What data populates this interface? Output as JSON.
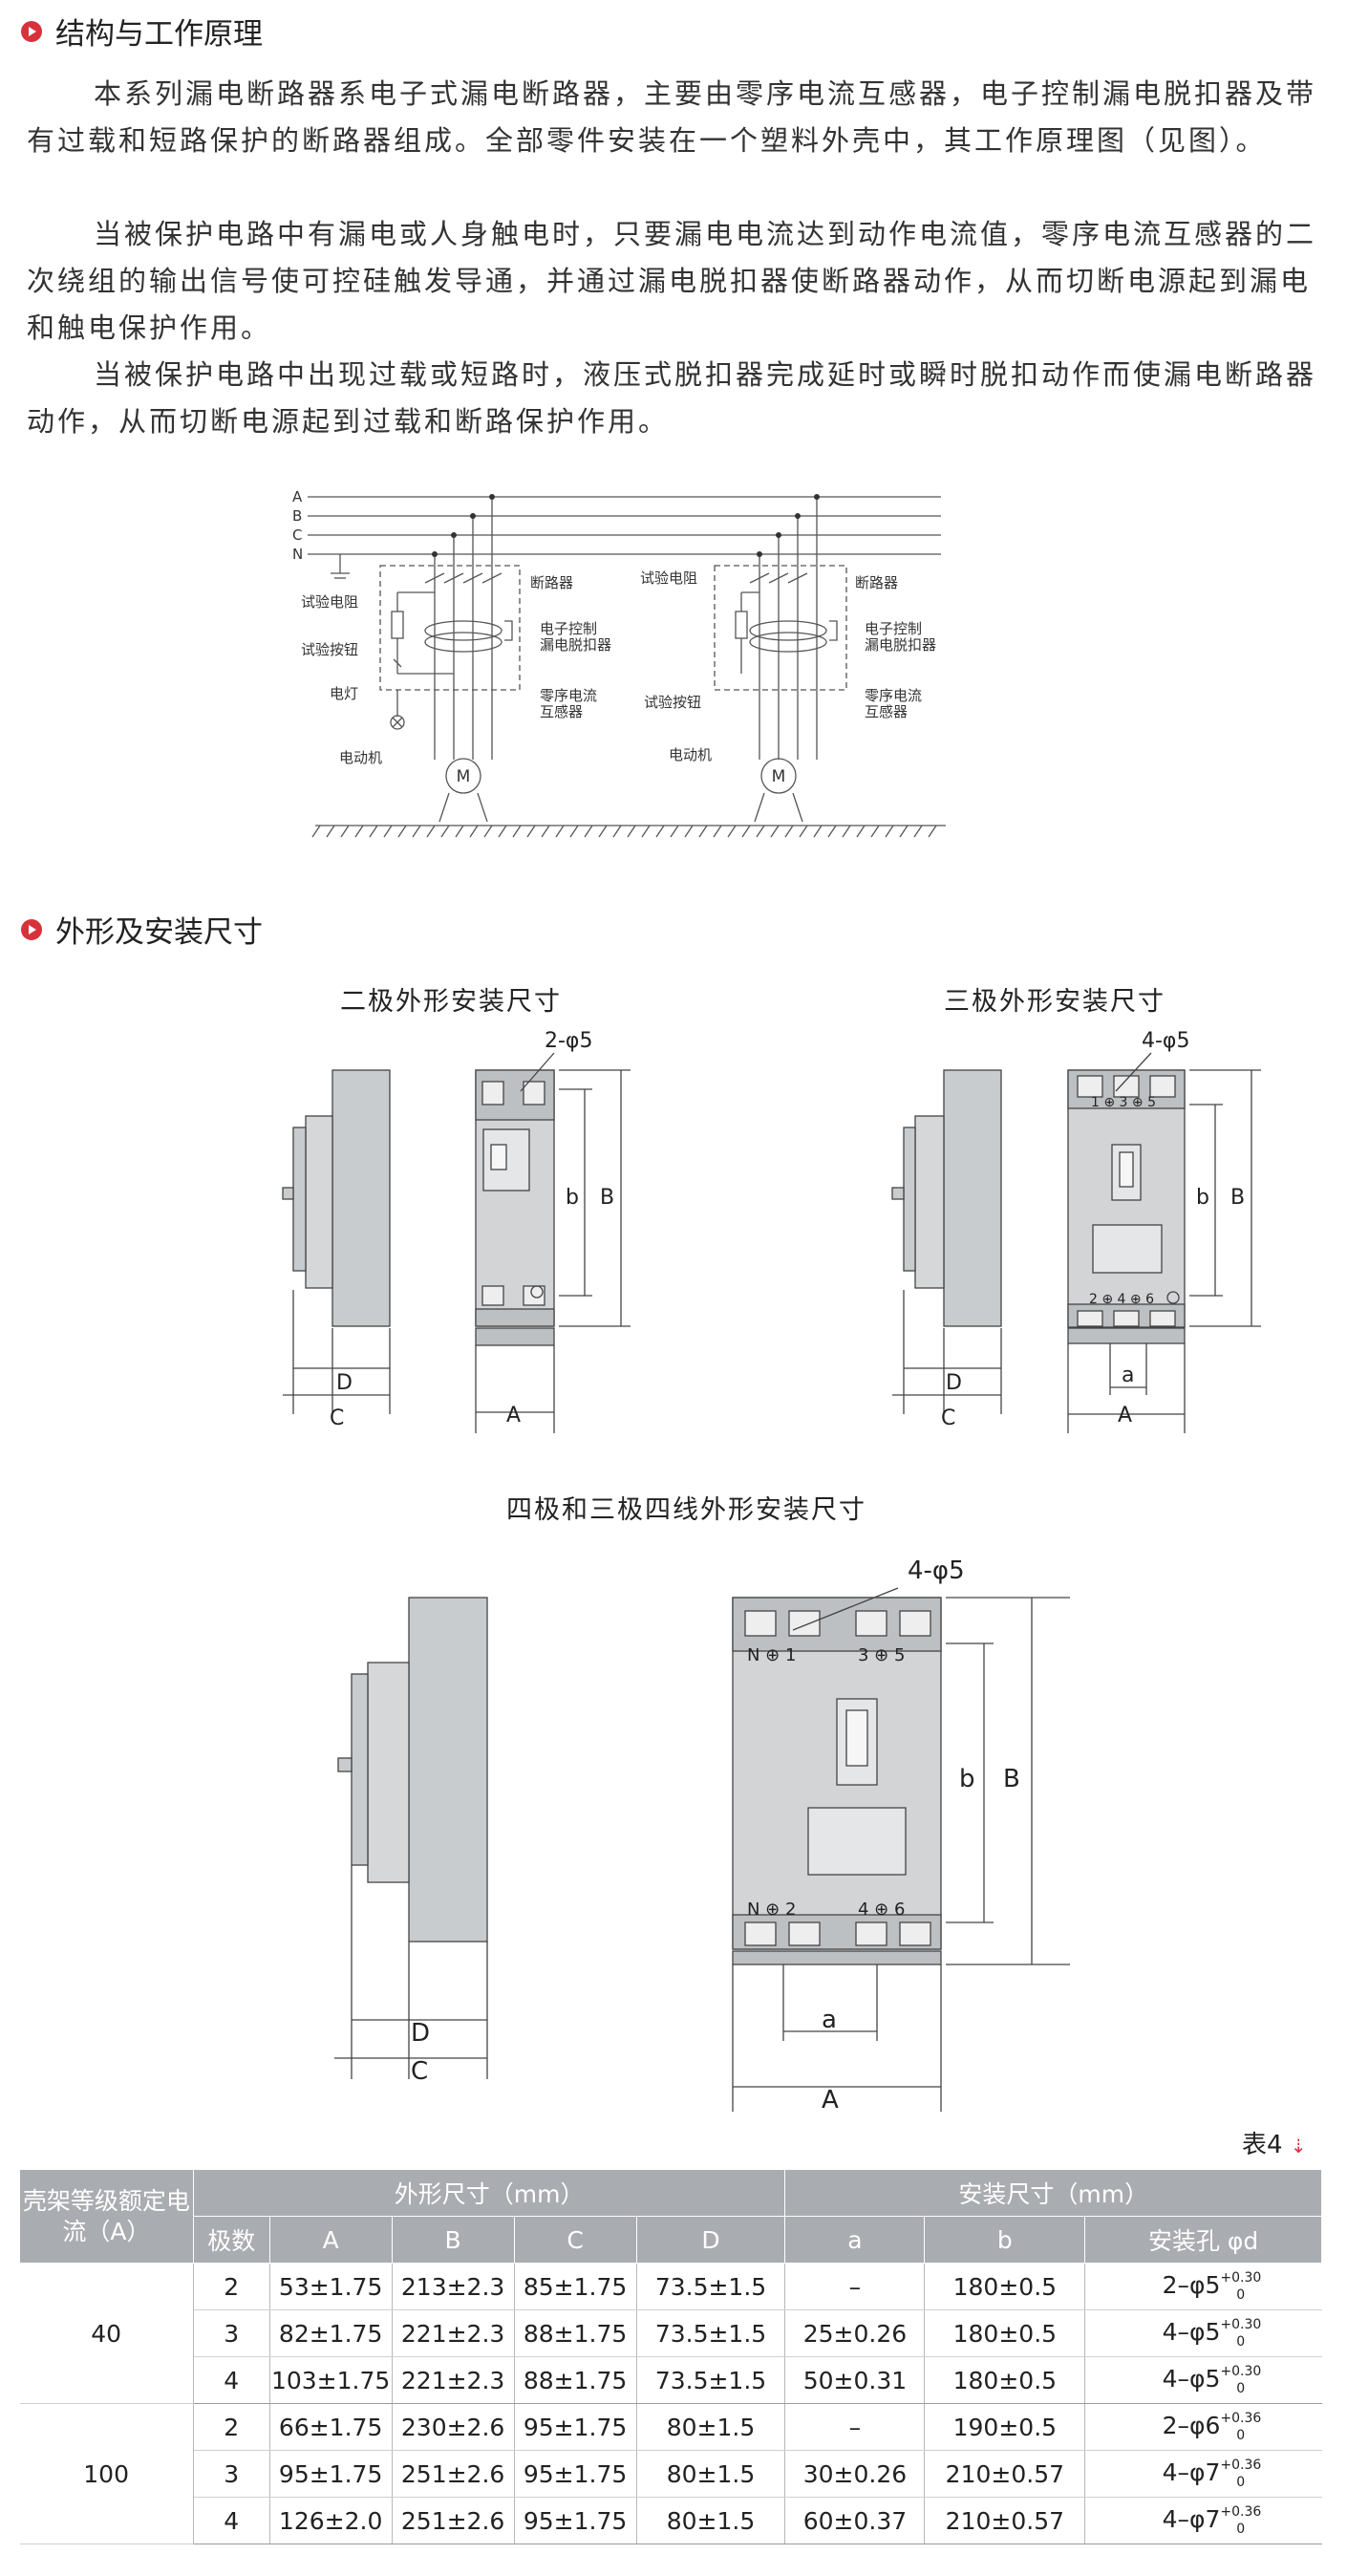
{
  "section1": {
    "title": "结构与工作原理",
    "paragraphs": [
      "本系列漏电断路器系电子式漏电断路器，主要由零序电流互感器，电子控制漏电脱扣器及带有过载和短路保护的断路器组成。全部零件安装在一个塑料外壳中，其工作原理图（见图）。",
      "当被保护电路中有漏电或人身触电时，只要漏电电流达到动作电流值，零序电流互感器的二次绕组的输出信号使可控硅触发导通，并通过漏电脱扣器使断路器动作，从而切断电源起到漏电和触电保护作用。",
      "当被保护电路中出现过载或短路时，液压式脱扣器完成延时或瞬时脱扣动作而使漏电断路器动作，从而切断电源起到过载和断路保护作用。"
    ]
  },
  "circuit": {
    "lines": [
      "A",
      "B",
      "C",
      "N"
    ],
    "left": {
      "breaker": "断路器",
      "test_resistor": "试验电阻",
      "ectrl1": "电子控制",
      "ectrl2": "漏电脱扣器",
      "test_button": "试验按钮",
      "ct1": "零序电流",
      "ct2": "互感器",
      "lamp": "电灯",
      "motor": "电动机",
      "motor_symbol": "M"
    },
    "right": {
      "breaker": "断路器",
      "test_resistor": "试验电阻",
      "ectrl1": "电子控制",
      "ectrl2": "漏电脱扣器",
      "ct1": "零序电流",
      "ct2": "互感器",
      "test_button": "试验按钮",
      "motor": "电动机",
      "motor_symbol": "M"
    }
  },
  "section2": {
    "title": "外形及安装尺寸"
  },
  "figures": {
    "two_pole": {
      "title": "二极外形安装尺寸",
      "holes": "2-φ5",
      "D": "D",
      "C": "C",
      "A": "A",
      "b": "b",
      "B": "B"
    },
    "three_pole": {
      "title": "三极外形安装尺寸",
      "holes": "4-φ5",
      "D": "D",
      "C": "C",
      "A": "A",
      "a": "a",
      "b": "b",
      "B": "B",
      "top_terms": "1 ⊕ 3 ⊕ 5",
      "bot_terms": "2 ⊕ 4 ⊕ 6"
    },
    "four_pole": {
      "title": "四极和三极四线外形安装尺寸",
      "holes": "4-φ5",
      "D": "D",
      "C": "C",
      "A": "A",
      "a": "a",
      "b": "b",
      "B": "B",
      "top_left": "N ⊕ 1",
      "top_right": "3 ⊕ 5",
      "bot_left": "N ⊕ 2",
      "bot_right": "4 ⊕ 6"
    }
  },
  "table": {
    "label": "表4",
    "header1": {
      "frame": "壳架等级额定电流（A）",
      "outer": "外形尺寸（mm）",
      "install": "安装尺寸（mm）"
    },
    "header2": [
      "极数",
      "A",
      "B",
      "C",
      "D",
      "a",
      "b",
      "安装孔 φd"
    ],
    "groups": [
      {
        "frame": "40",
        "rows": [
          {
            "poles": "2",
            "A": "53±1.75",
            "B": "213±2.3",
            "C": "85±1.75",
            "D": "73.5±1.5",
            "a": "–",
            "b": "180±0.5",
            "hole": "2–φ5",
            "tol_up": "+0.30",
            "tol_lo": "0"
          },
          {
            "poles": "3",
            "A": "82±1.75",
            "B": "221±2.3",
            "C": "88±1.75",
            "D": "73.5±1.5",
            "a": "25±0.26",
            "b": "180±0.5",
            "hole": "4–φ5",
            "tol_up": "+0.30",
            "tol_lo": "0"
          },
          {
            "poles": "4",
            "A": "103±1.75",
            "B": "221±2.3",
            "C": "88±1.75",
            "D": "73.5±1.5",
            "a": "50±0.31",
            "b": "180±0.5",
            "hole": "4–φ5",
            "tol_up": "+0.30",
            "tol_lo": "0"
          }
        ]
      },
      {
        "frame": "100",
        "rows": [
          {
            "poles": "2",
            "A": "66±1.75",
            "B": "230±2.6",
            "C": "95±1.75",
            "D": "80±1.5",
            "a": "–",
            "b": "190±0.5",
            "hole": "2–φ6",
            "tol_up": "+0.36",
            "tol_lo": "0"
          },
          {
            "poles": "3",
            "A": "95±1.75",
            "B": "251±2.6",
            "C": "95±1.75",
            "D": "80±1.5",
            "a": "30±0.26",
            "b": "210±0.57",
            "hole": "4–φ7",
            "tol_up": "+0.36",
            "tol_lo": "0"
          },
          {
            "poles": "4",
            "A": "126±2.0",
            "B": "251±2.6",
            "C": "95±1.75",
            "D": "80±1.5",
            "a": "60±0.37",
            "b": "210±0.57",
            "hole": "4–φ7",
            "tol_up": "+0.36",
            "tol_lo": "0"
          }
        ]
      }
    ]
  }
}
